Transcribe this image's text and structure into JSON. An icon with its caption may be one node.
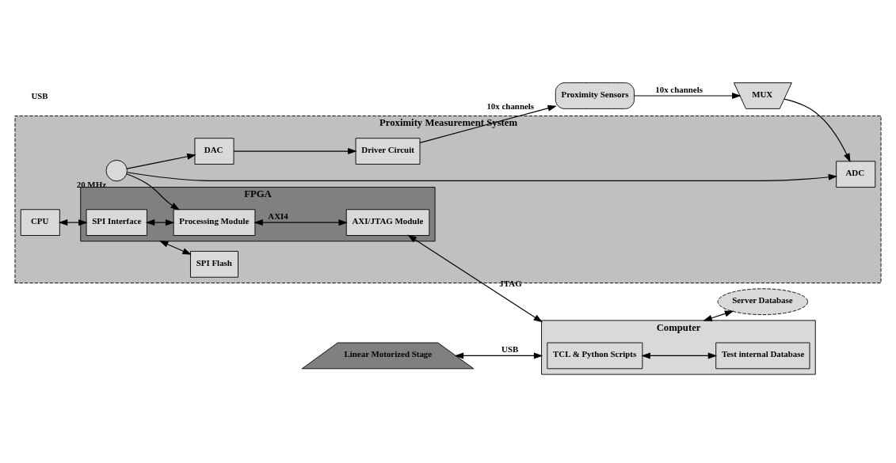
{
  "diagram": {
    "nodes": [
      {
        "text": [
          "Proximity Measurement System"
        ]
      },
      {
        "text": [
          "CPU"
        ],
        "in": 0
      },
      {
        "text": [
          "FPGA"
        ],
        "in": 0
      },
      {
        "text": [
          "SPI Interface"
        ],
        "in": 2
      },
      {
        "text": [
          "Processing Module"
        ],
        "in": 2
      },
      {
        "text": [
          "AXI/JTAG Module"
        ],
        "in": 2
      },
      {
        "text": [
          "DAC"
        ],
        "in": 0
      },
      {
        "text": [
          "ADC"
        ],
        "in": 0
      },
      {
        "text": [
          "Driver Circuit"
        ],
        "in": 0
      },
      {
        "text": [],
        "shape": "circle",
        "beside": [
          "20 MHz"
        ],
        "in": 0
      },
      {
        "text": [
          "SPI Flash"
        ],
        "in": 0
      },
      {
        "text": [
          "Proximity Sensors"
        ]
      },
      {
        "text": [
          "Linear Motorized Stage"
        ]
      },
      {
        "text": [
          "Computer"
        ]
      },
      {
        "text": [
          "TCL & Python Scripts"
        ],
        "in": 13
      },
      {
        "text": [
          "Test internal Database"
        ],
        "in": 13
      },
      {
        "text": [
          "Server Database"
        ]
      },
      {
        "text": [
          "MUX"
        ]
      }
    ],
    "edges": [
      {
        "from": 1,
        "to": 3,
        "arrow": "both"
      },
      {
        "from": 3,
        "to": 4,
        "arrow": "both"
      },
      {
        "from": 4,
        "to": 5,
        "arrow": "both",
        "label": "AXI4"
      },
      {
        "from": 2,
        "to": 10,
        "arrow": "both"
      },
      {
        "from": 6,
        "to": 8,
        "arrow": "to"
      },
      {
        "from": 8,
        "to": 11,
        "arrow": "to",
        "label": "10x channels"
      },
      {
        "from": 9,
        "to": 6,
        "arrow": "to"
      },
      {
        "from": 9,
        "to": 4,
        "arrow": "to"
      },
      {
        "from": 9,
        "to": 7,
        "arrow": "to"
      },
      {
        "from": 12,
        "to": 13,
        "arrow": "both",
        "label": "USB"
      },
      {
        "from": 5,
        "to": 13,
        "arrow": "both",
        "label": "JTAG"
      },
      {
        "from": 14,
        "to": 15,
        "arrow": "both"
      },
      {
        "from": 13,
        "to": 16,
        "arrow": "both"
      },
      {
        "from": 11,
        "to": 17,
        "arrow": "to",
        "label": "10x channels"
      },
      {
        "from": 17,
        "to": 7,
        "arrow": "to"
      }
    ],
    "labels": [
      "USB"
    ]
  }
}
